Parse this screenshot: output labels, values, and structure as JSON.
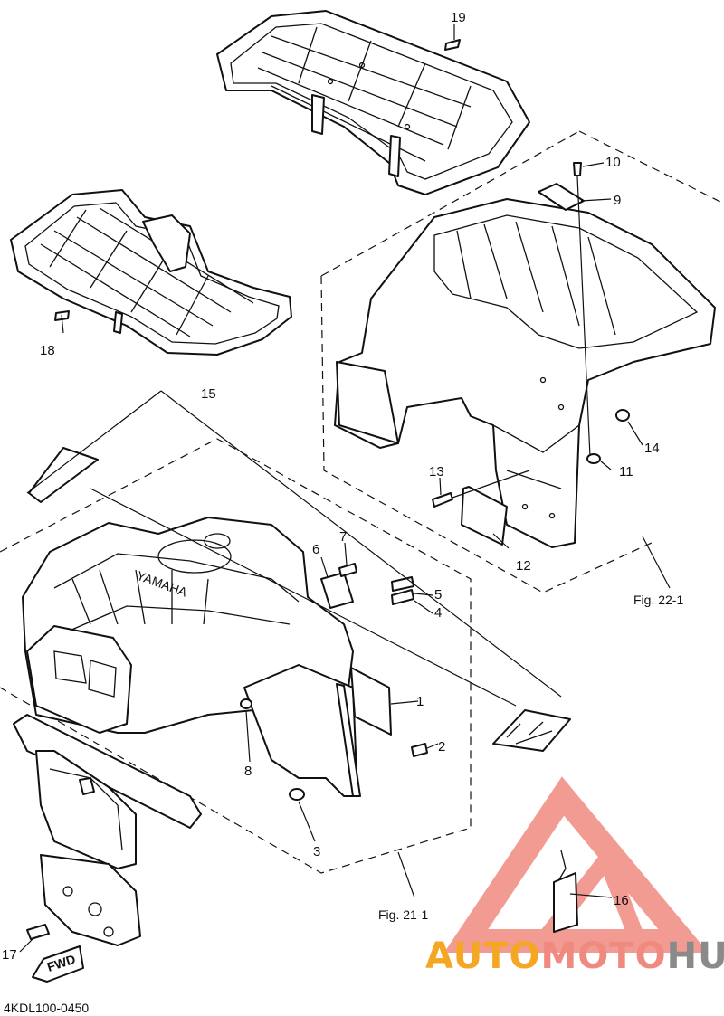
{
  "callouts": [
    {
      "id": "c1",
      "text": "1"
    },
    {
      "id": "c2",
      "text": "2"
    },
    {
      "id": "c3",
      "text": "3"
    },
    {
      "id": "c4",
      "text": "4"
    },
    {
      "id": "c5",
      "text": "5"
    },
    {
      "id": "c6",
      "text": "6"
    },
    {
      "id": "c7",
      "text": "7"
    },
    {
      "id": "c8",
      "text": "8"
    },
    {
      "id": "c9",
      "text": "9"
    },
    {
      "id": "c10",
      "text": "10"
    },
    {
      "id": "c11",
      "text": "11"
    },
    {
      "id": "c12",
      "text": "12"
    },
    {
      "id": "c13",
      "text": "13"
    },
    {
      "id": "c14",
      "text": "14"
    },
    {
      "id": "c15",
      "text": "15"
    },
    {
      "id": "c16",
      "text": "16"
    },
    {
      "id": "c17",
      "text": "17"
    },
    {
      "id": "c18",
      "text": "18"
    },
    {
      "id": "c19",
      "text": "19"
    }
  ],
  "figures": {
    "fig_22": "Fig. 22-1",
    "fig_21": "Fig. 21-1"
  },
  "diagram_code": "4KDL100-0450",
  "fender_brand": "YAMAHA",
  "fwd_label": "FWD",
  "watermark": {
    "part1": "AUTO",
    "part2": "MOTO",
    "part3": "HUB",
    "color_orange": "#f5a623",
    "color_salmon": "#f08a80",
    "color_gray": "#8a8a8a",
    "logo_color": "#f08a80"
  }
}
